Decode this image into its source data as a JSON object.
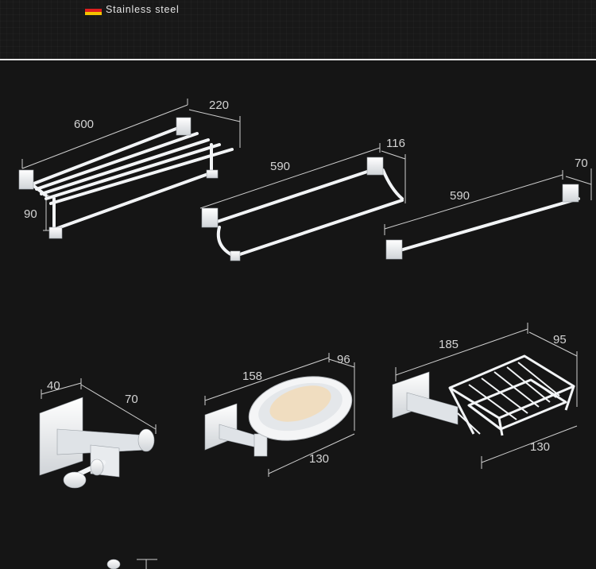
{
  "header": {
    "flag_colors": [
      "#1a1a1a",
      "#dd1f1f",
      "#f3c300"
    ],
    "tagline": "Stainless steel"
  },
  "colors": {
    "background": "#151515",
    "dimension_line": "#cfcfcf",
    "metal": "#e9ecef"
  },
  "products": [
    {
      "name": "towel-shelf",
      "dimensions": [
        "600",
        "220",
        "90"
      ]
    },
    {
      "name": "double-towel-bar",
      "dimensions": [
        "590",
        "116"
      ]
    },
    {
      "name": "single-towel-bar",
      "dimensions": [
        "590",
        "70"
      ]
    },
    {
      "name": "double-robe-hook",
      "dimensions": [
        "40",
        "70"
      ]
    },
    {
      "name": "soap-dish",
      "dimensions": [
        "158",
        "96",
        "130"
      ]
    },
    {
      "name": "soap-basket",
      "dimensions": [
        "185",
        "95",
        "130"
      ]
    }
  ]
}
